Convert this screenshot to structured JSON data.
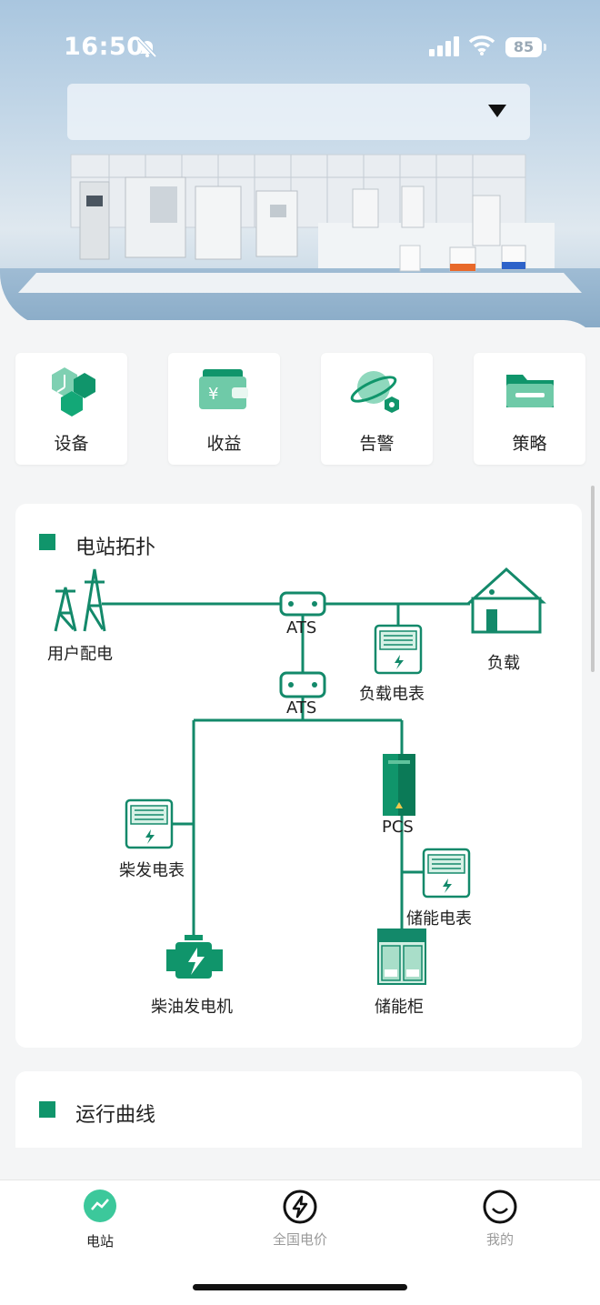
{
  "status_bar": {
    "time": "16:50",
    "battery": "85"
  },
  "station_selector": {
    "value": ""
  },
  "quick_actions": [
    {
      "label": "设备",
      "icon": "device-cubes-icon"
    },
    {
      "label": "收益",
      "icon": "revenue-wallet-icon"
    },
    {
      "label": "告警",
      "icon": "alarm-planet-icon"
    },
    {
      "label": "策略",
      "icon": "strategy-folder-icon"
    }
  ],
  "topology": {
    "title": "电站拓扑",
    "grid": "用户配电",
    "ats_top": "ATS",
    "ats_mid": "ATS",
    "load_meter": "负载电表",
    "load": "负载",
    "diesel_meter": "柴发电表",
    "pcs": "PCS",
    "storage_meter": "储能电表",
    "diesel_generator": "柴油发电机",
    "storage_cabinet": "储能柜"
  },
  "curve": {
    "title": "运行曲线"
  },
  "tabbar": [
    {
      "label": "电站",
      "active": true
    },
    {
      "label": "全国电价",
      "active": false
    },
    {
      "label": "我的",
      "active": false
    }
  ],
  "colors": {
    "accent": "#10956b",
    "line": "#13896a",
    "inactive": "#9a9a9a"
  }
}
